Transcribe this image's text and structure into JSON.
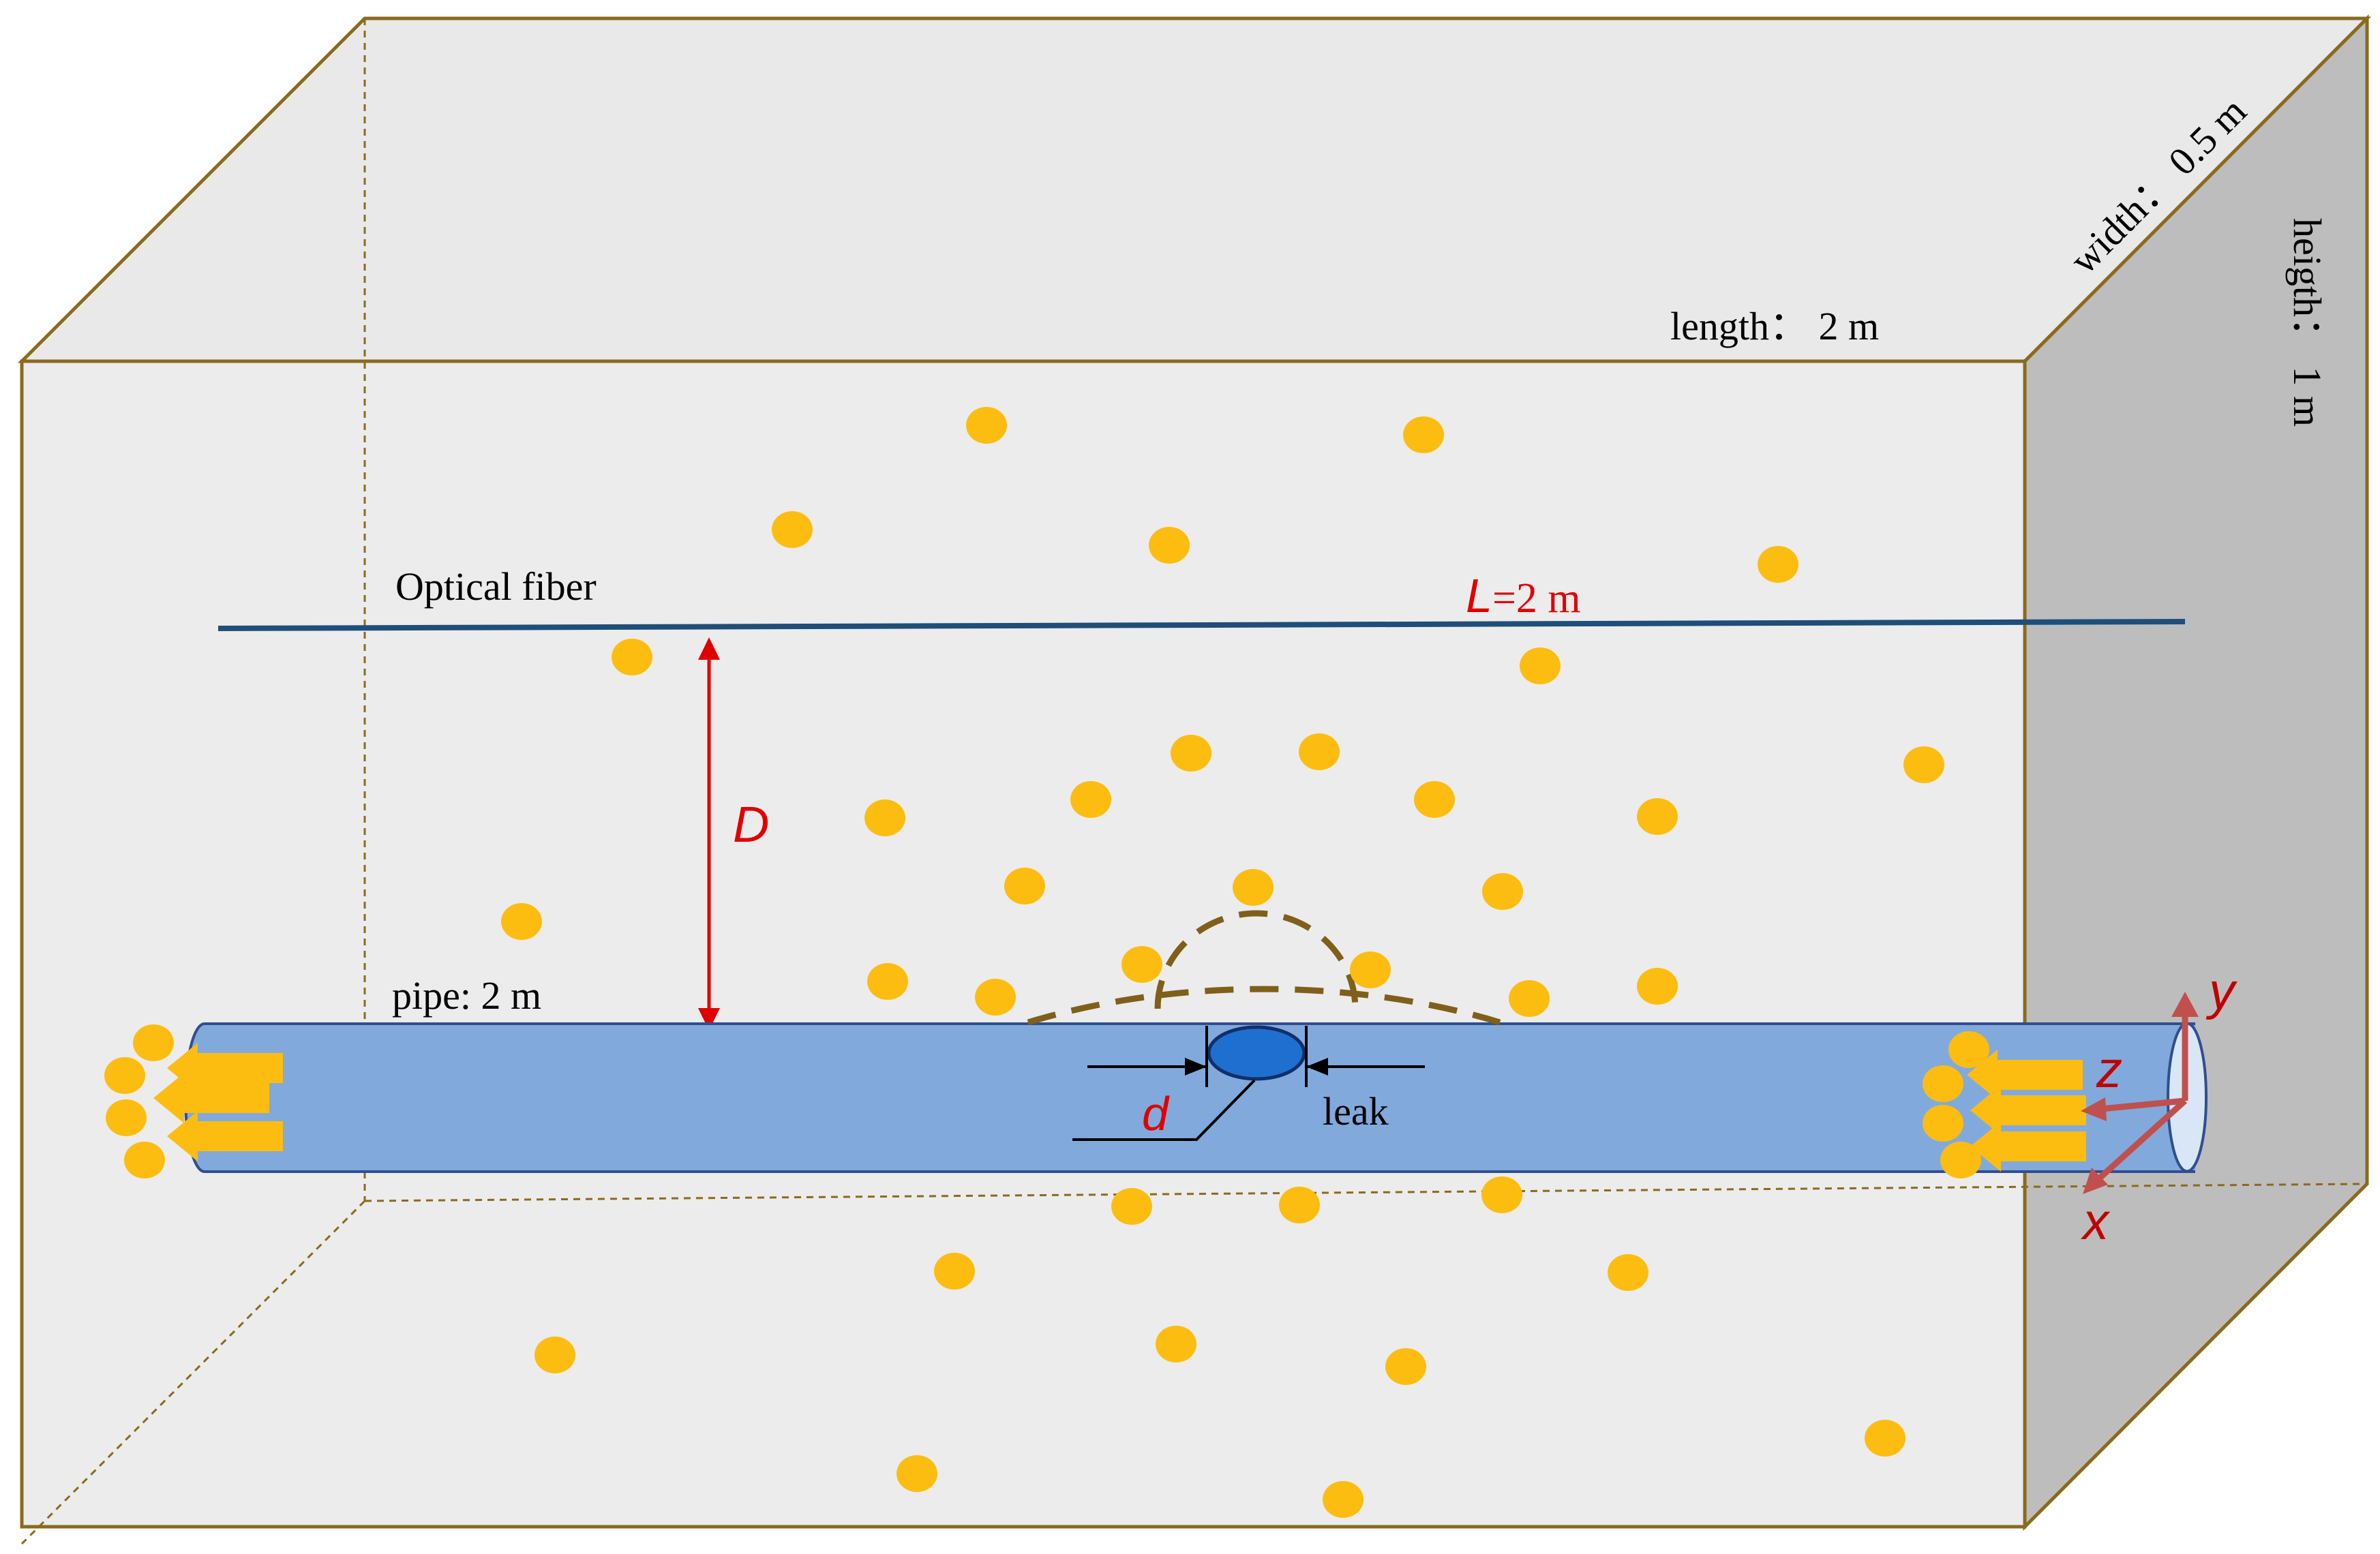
{
  "labels": {
    "length": "length：  2 m",
    "width": "width：  0.5 m",
    "height": "heigth：  1 m",
    "optical_fiber": "Optical fiber",
    "L_symbol": "L",
    "L_value": "=2 m",
    "D_symbol": "D",
    "pipe": "pipe: 2 m",
    "d_symbol": "d",
    "leak": "leak",
    "axis_x": "x",
    "axis_y": "y",
    "axis_z": "z"
  },
  "colors": {
    "box_edge": "#8a6a1e",
    "box_front": "#ececec",
    "box_side": "#bdbdbd",
    "fiber": "#1f4e79",
    "pipe_fill": "#82a9dc",
    "pipe_edge": "#2f4f8f",
    "leak_fill": "#1f6fd0",
    "particle": "#fdbd10",
    "wave": "#7f5f1a",
    "dimension_red": "#e00000",
    "axis_red": "#c0504d"
  },
  "icons": {
    "flow_in": "arrow-left-icon",
    "flow_out": "arrow-left-icon",
    "axes": "coordinate-axes-icon"
  }
}
